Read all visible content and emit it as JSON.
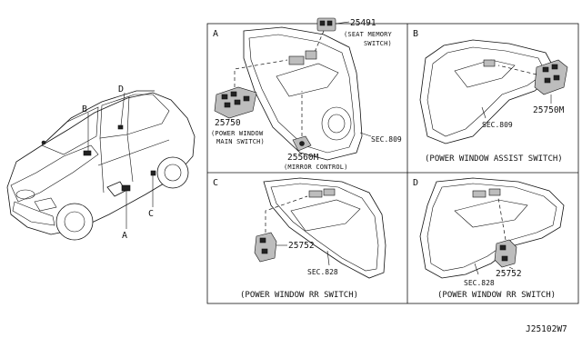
{
  "callouts": {
    "a": "A",
    "b": "B",
    "c": "C",
    "d": "D"
  },
  "panels": {
    "a": {
      "letter": "A",
      "seat_memory": {
        "part": "25491",
        "label_line1": "(SEAT MEMORY",
        "label_line2": "SWITCH)"
      },
      "main_switch": {
        "part": "25750",
        "label_line1": "(POWER WINDOW",
        "label_line2": "MAIN SWITCH)"
      },
      "mirror": {
        "part": "25560M",
        "label": "(MIRROR CONTROL)"
      },
      "sec": "SEC.809"
    },
    "b": {
      "letter": "B",
      "part": "25750M",
      "sec": "SEC.809",
      "caption": "(POWER WINDOW ASSIST SWITCH)"
    },
    "c": {
      "letter": "C",
      "part": "25752",
      "sec": "SEC.828",
      "caption": "(POWER WINDOW RR SWITCH)"
    },
    "d": {
      "letter": "D",
      "part": "25752",
      "sec": "SEC.828",
      "caption": "(POWER WINDOW RR SWITCH)"
    }
  },
  "diagram_id": "J25102W7"
}
